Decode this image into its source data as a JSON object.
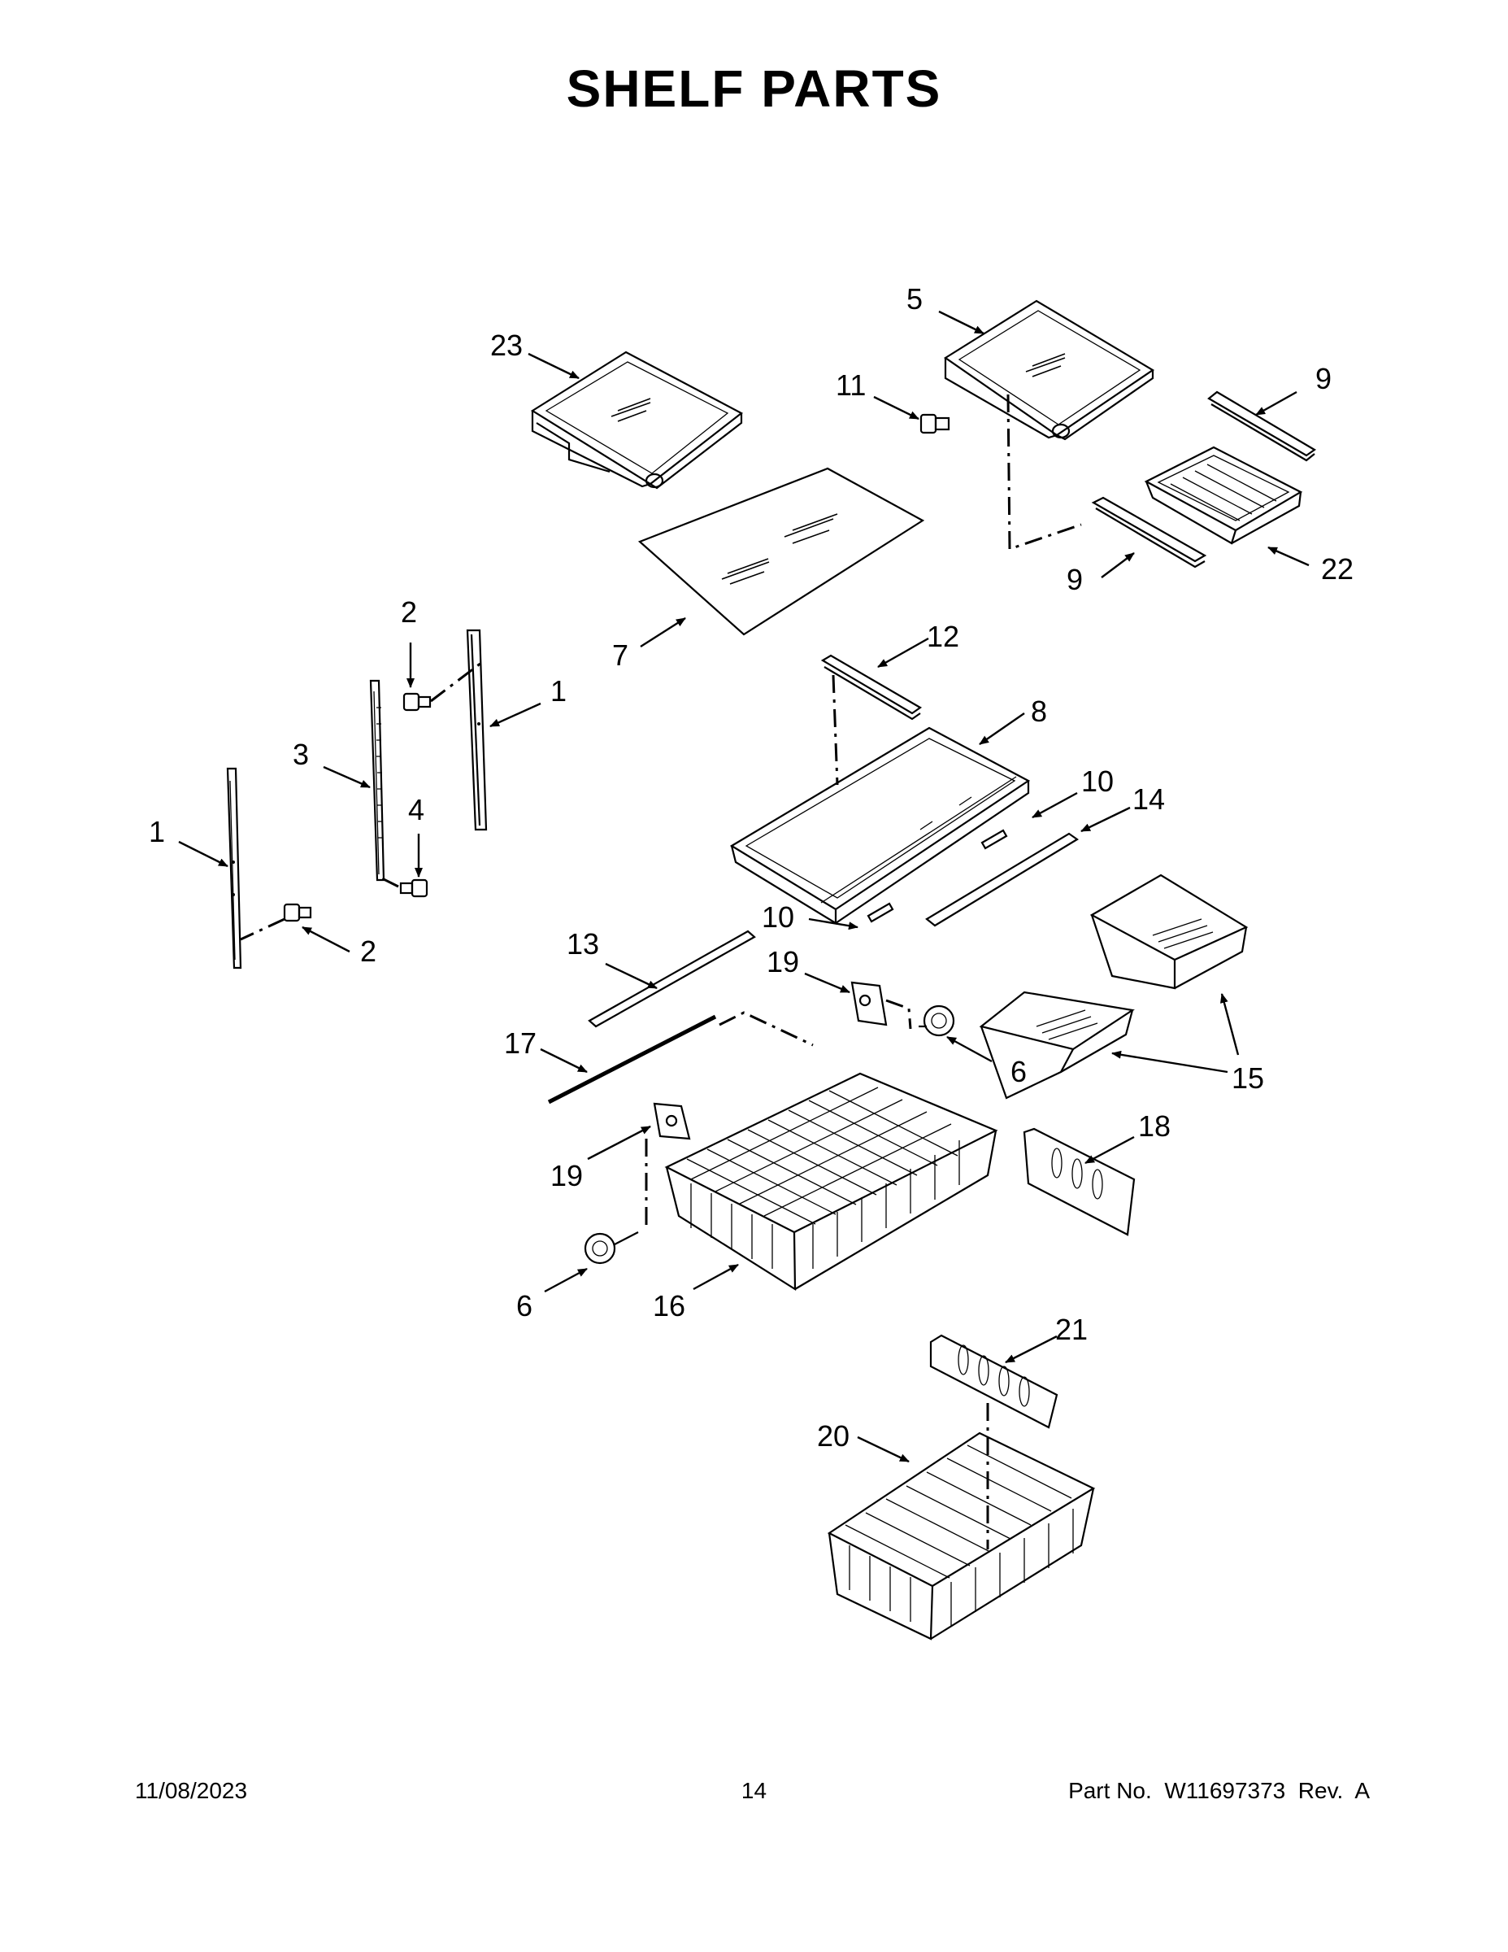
{
  "title": "SHELF PARTS",
  "footer": {
    "date": "11/08/2023",
    "page": "14",
    "part": "Part No.  W11697373  Rev.  A"
  },
  "callouts": {
    "c1a": "1",
    "c1b": "1",
    "c2a": "2",
    "c2b": "2",
    "c3": "3",
    "c4": "4",
    "c5": "5",
    "c6a": "6",
    "c6b": "6",
    "c7": "7",
    "c8": "8",
    "c9a": "9",
    "c9b": "9",
    "c10a": "10",
    "c10b": "10",
    "c11": "11",
    "c12": "12",
    "c13": "13",
    "c14": "14",
    "c15": "15",
    "c16": "16",
    "c17": "17",
    "c18": "18",
    "c19a": "19",
    "c19b": "19",
    "c20": "20",
    "c21": "21",
    "c22": "22",
    "c23": "23"
  }
}
